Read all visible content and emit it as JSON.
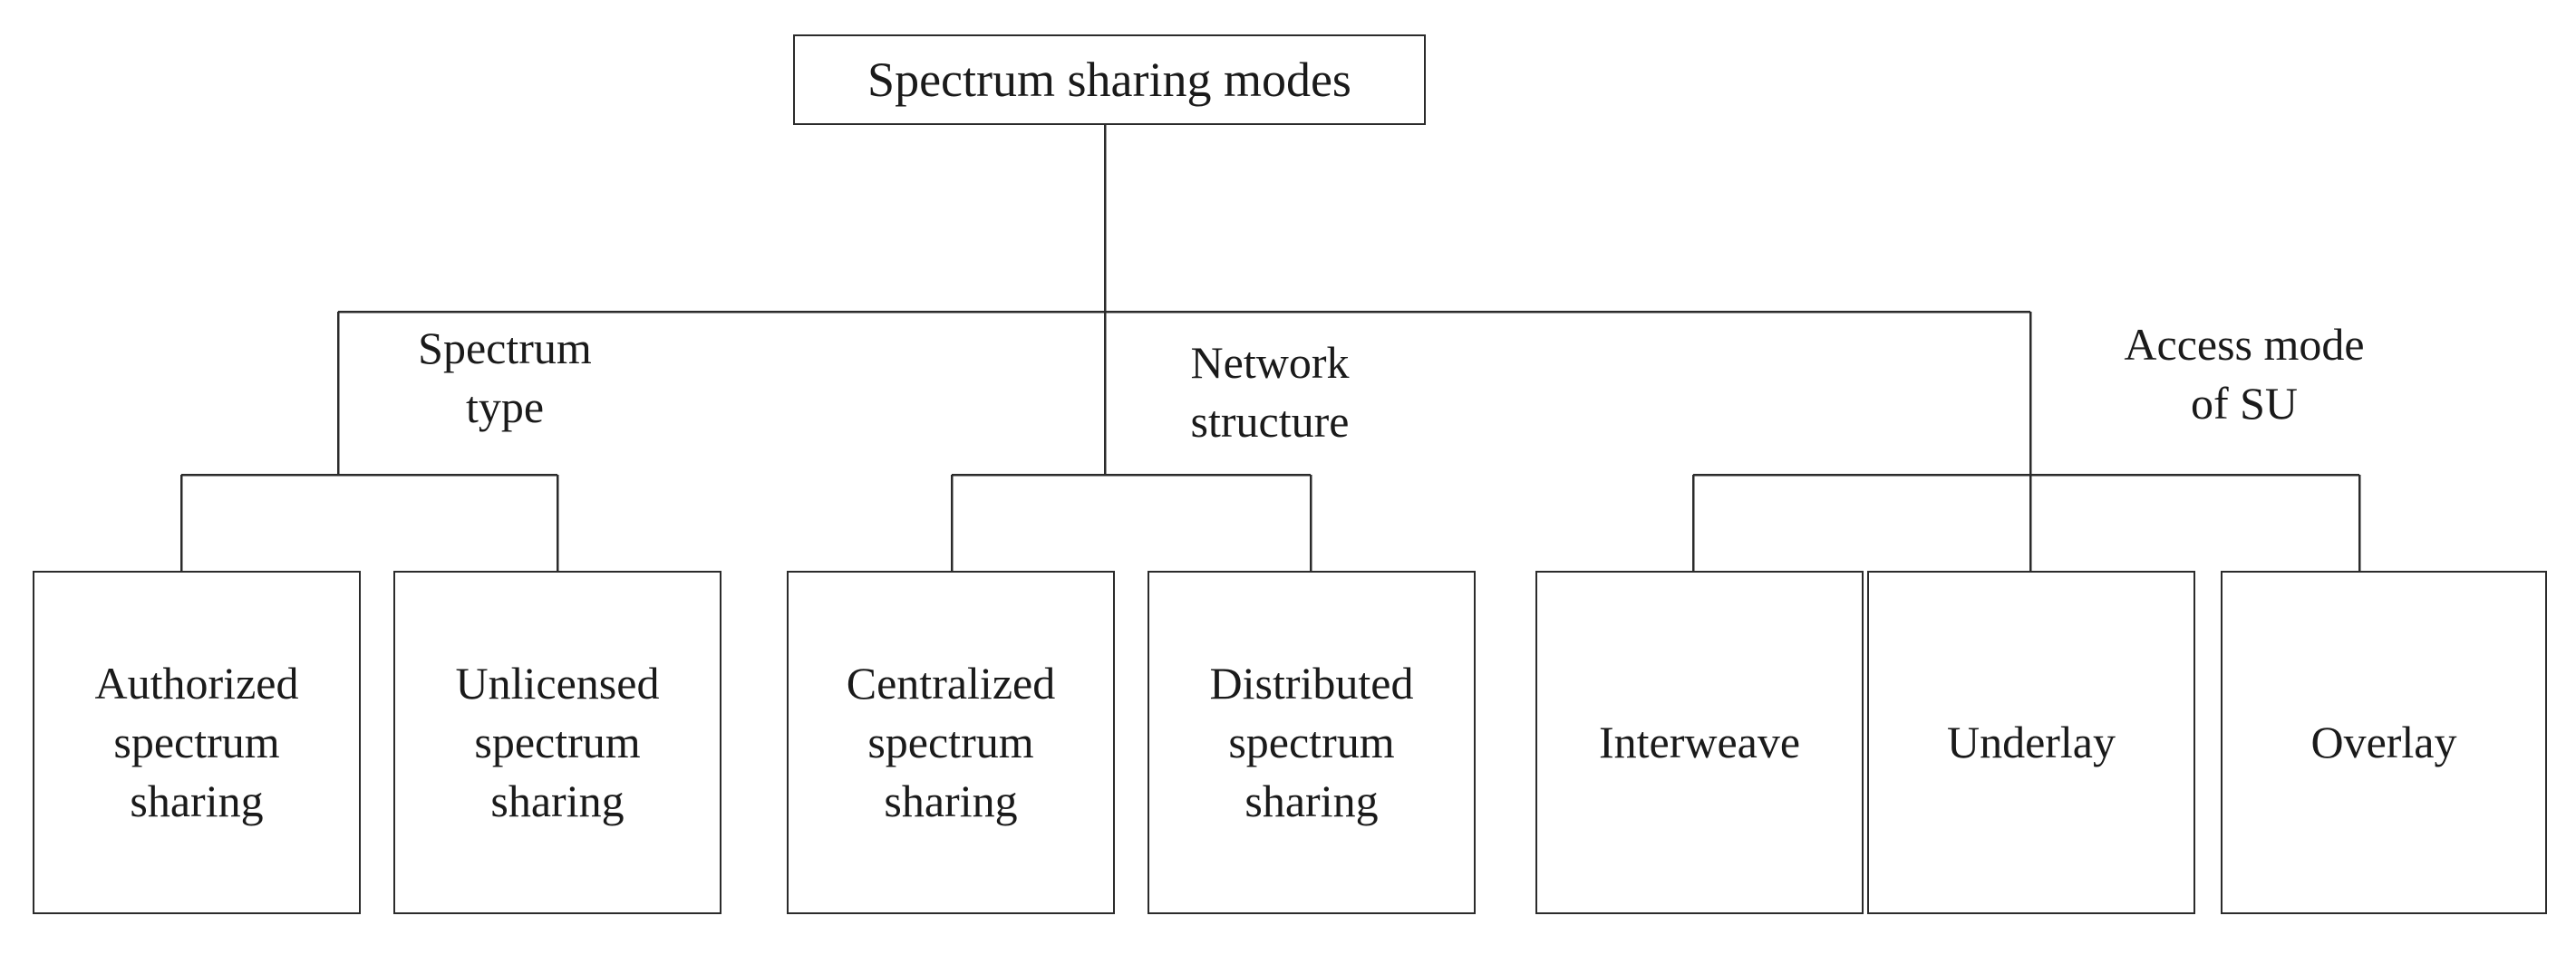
{
  "diagram": {
    "type": "tree",
    "title": "Spectrum sharing modes taxonomy",
    "orientation": "top-down",
    "colors": {
      "background": "#ffffff",
      "line": "#2b2b2b",
      "text": "#1a1a1a"
    },
    "root": {
      "label": "Spectrum sharing modes"
    },
    "categories": [
      {
        "label": "Spectrum\ntype"
      },
      {
        "label": "Network\nstructure"
      },
      {
        "label": "Access mode\nof SU"
      }
    ],
    "leaves": [
      {
        "label": "Authorized\nspectrum\nsharing",
        "category": "Spectrum type"
      },
      {
        "label": "Unlicensed\nspectrum\nsharing",
        "category": "Spectrum type"
      },
      {
        "label": "Centralized\nspectrum\nsharing",
        "category": "Network structure"
      },
      {
        "label": "Distributed\nspectrum\nsharing",
        "category": "Network structure"
      },
      {
        "label": "Interweave",
        "category": "Access mode of SU"
      },
      {
        "label": "Underlay",
        "category": "Access mode of SU"
      },
      {
        "label": "Overlay",
        "category": "Access mode of SU"
      }
    ]
  }
}
